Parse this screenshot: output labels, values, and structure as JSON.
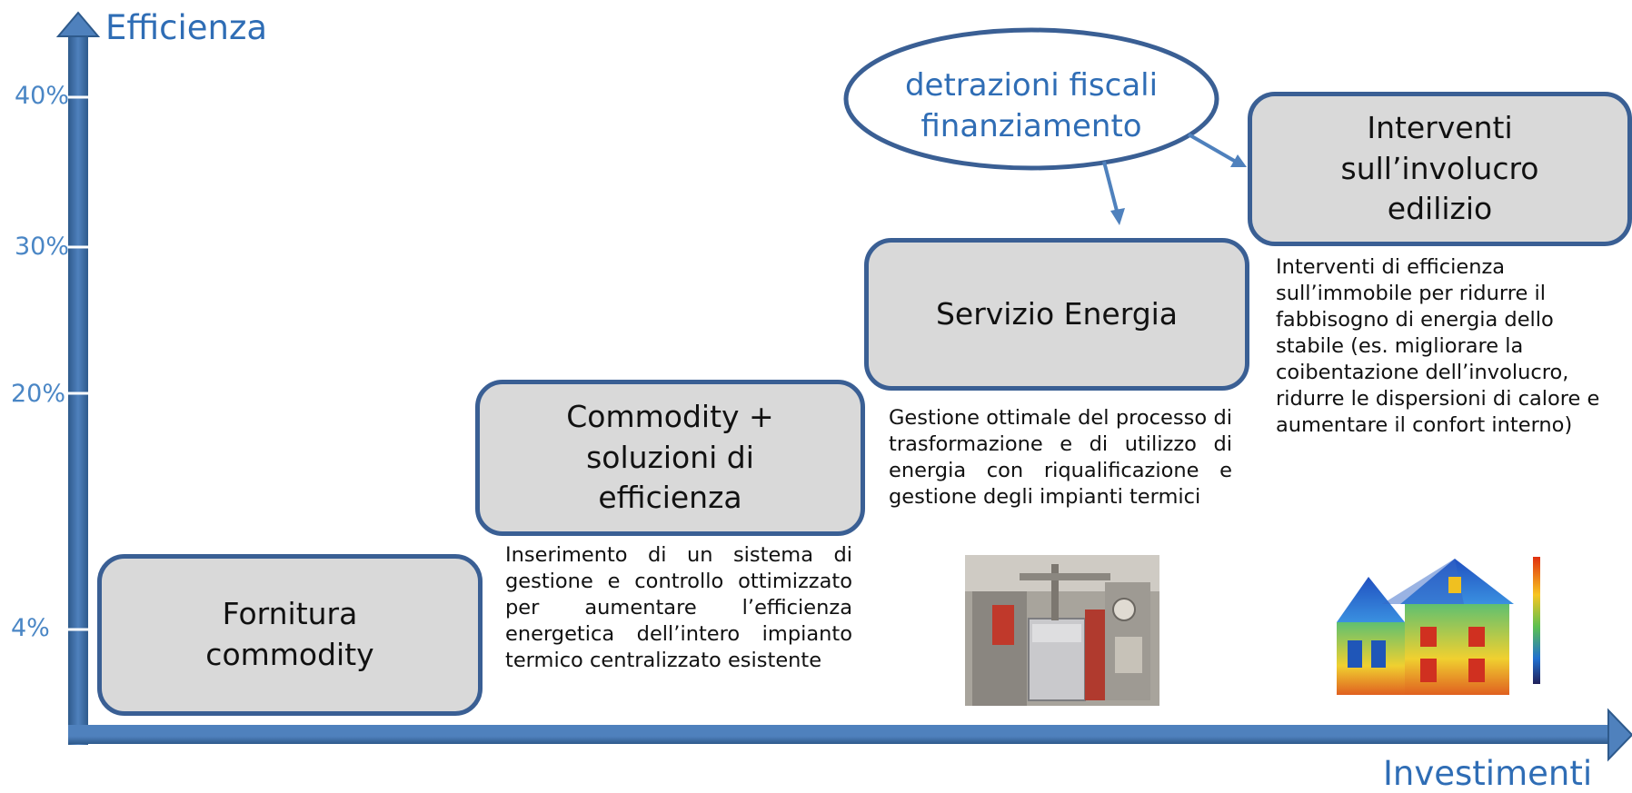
{
  "axes": {
    "y_title": "Efficienza",
    "x_title": "Investimenti",
    "y_ticks": [
      "40%",
      "30%",
      "20%",
      "4%"
    ]
  },
  "steps": [
    {
      "title": "Fornitura commodity",
      "description": ""
    },
    {
      "title": "Commodity + soluzioni di efficienza",
      "description": "Inserimento di un sistema di gestione e controllo ottimizzato per aumentare l’efficienza energetica dell’intero impianto termico centralizzato esistente"
    },
    {
      "title": "Servizio Energia",
      "description": "Gestione ottimale del processo di trasformazione e di utilizzo di energia con riqualificazione e gestione degli impianti termici"
    },
    {
      "title": "Interventi sull’involucro edilizio",
      "description": "Interventi di efficienza sull’immobile per ridurre il fabbisogno di energia dello stabile (es. migliorare la coibentazione dell’involucro, ridurre le dispersioni  di calore e aumentare il confort interno)"
    }
  ],
  "callout": {
    "text": "detrazioni fiscali finanziamento"
  },
  "images": [
    {
      "icon": "boiler-room-photo"
    },
    {
      "icon": "thermal-house-image"
    }
  ],
  "colors": {
    "axis": "#4f81bd",
    "axis_dark": "#2e5a8c",
    "box_fill": "#d9d9d9",
    "box_border": "#3a5f94",
    "text_blue": "#2f6db5"
  }
}
